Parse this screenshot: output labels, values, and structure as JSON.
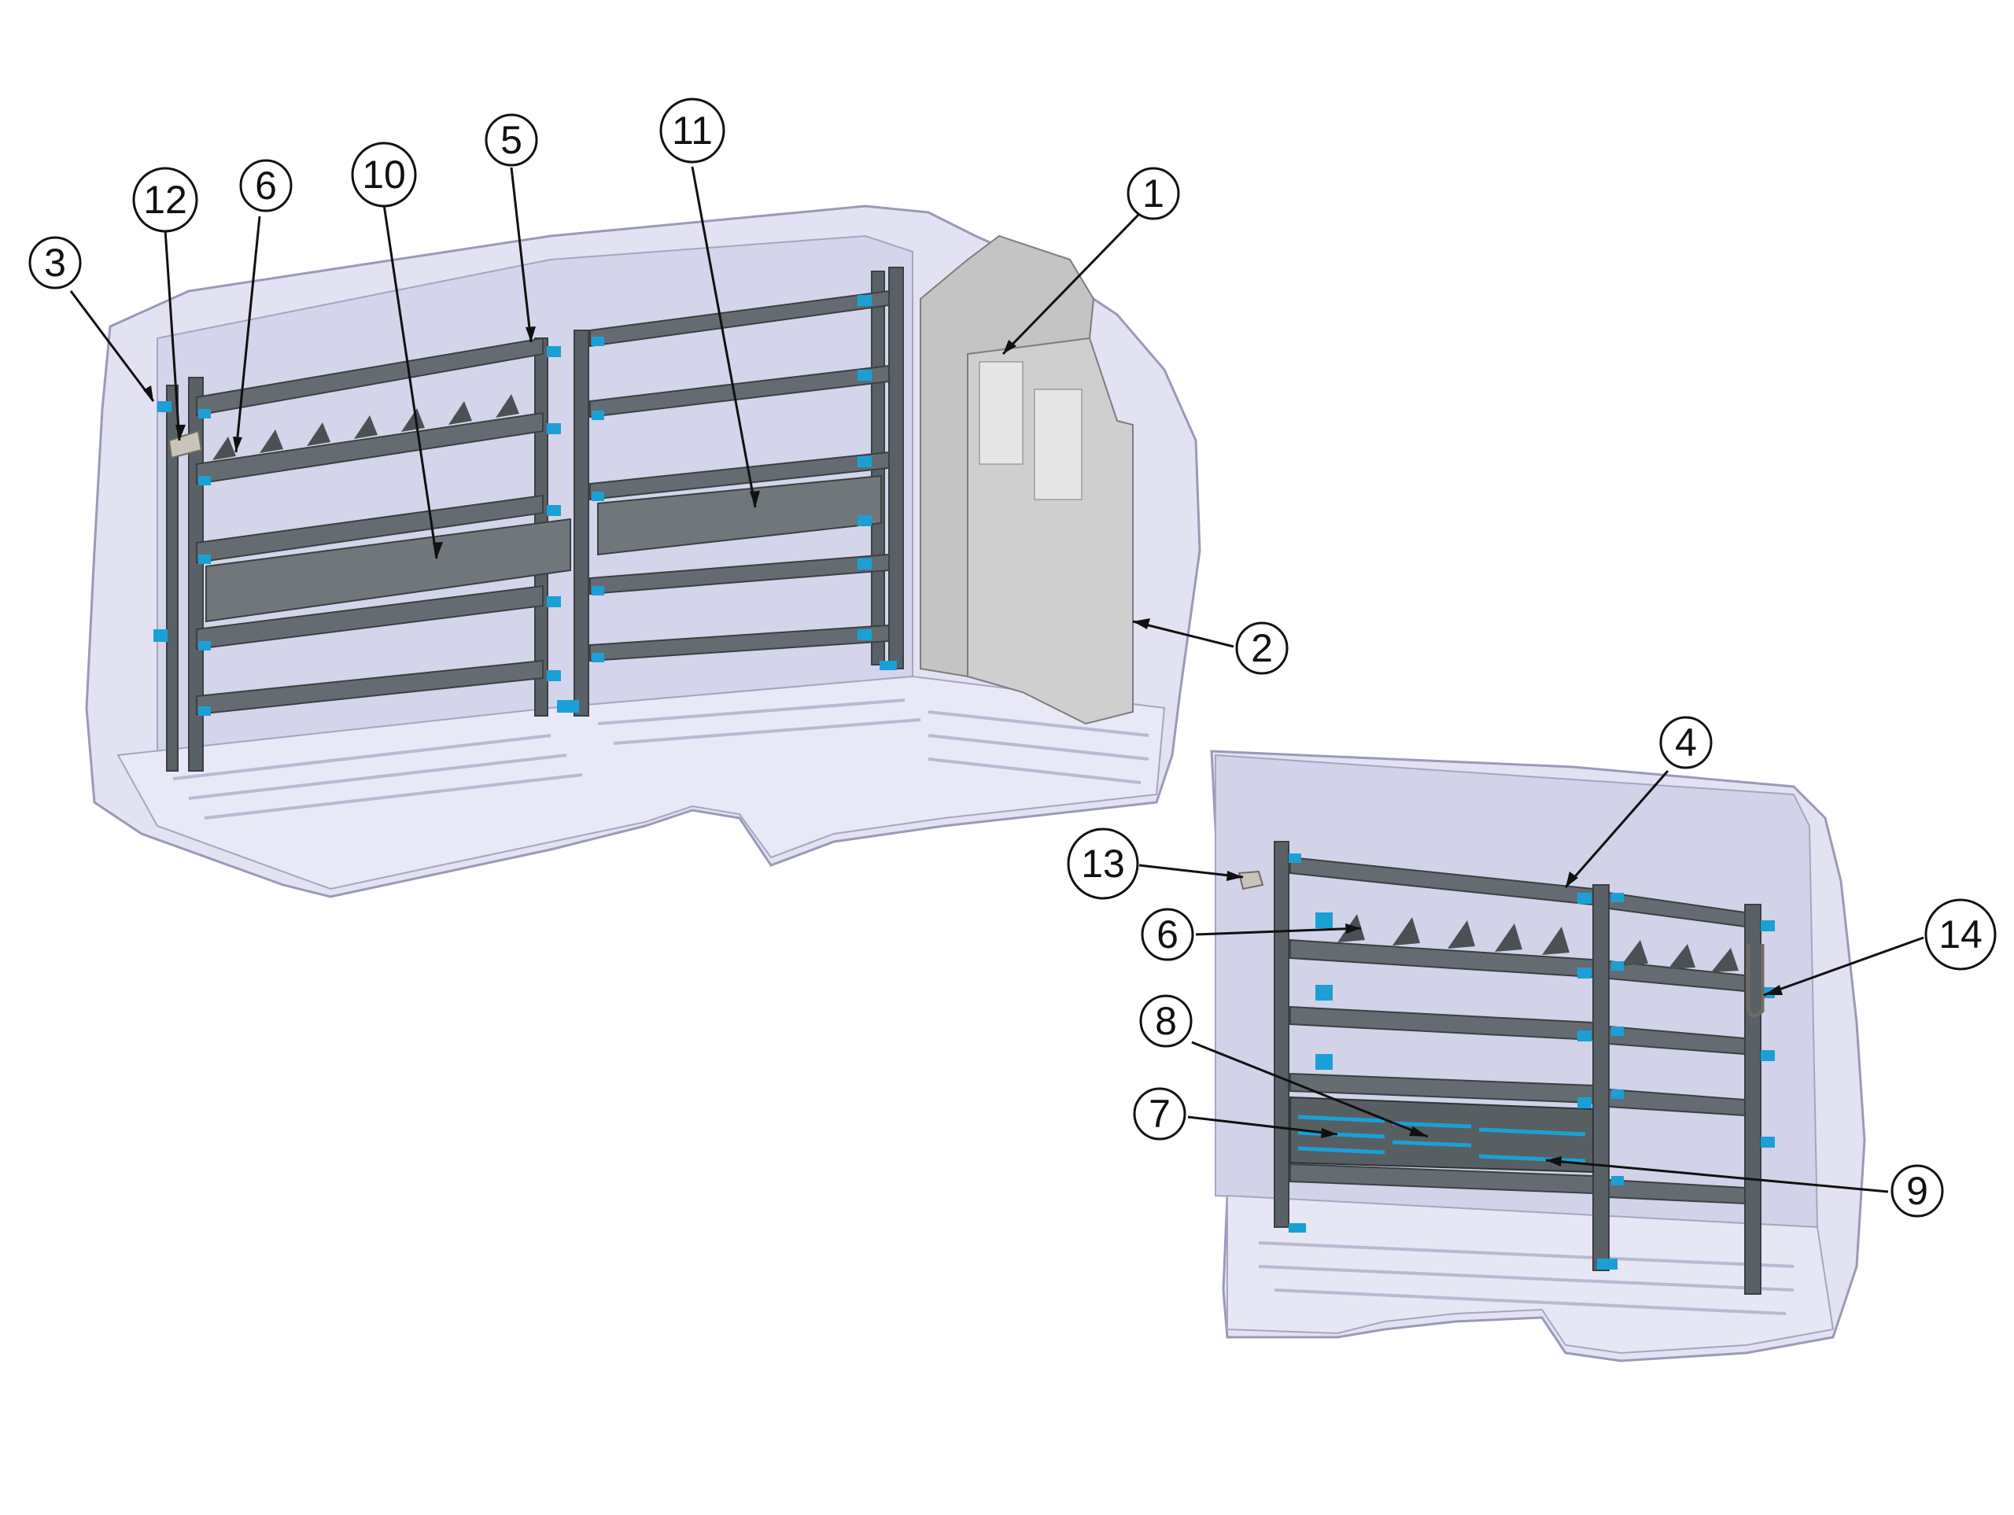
{
  "colors": {
    "van_body": "#dcdcf0",
    "van_outline": "#9a9ab8",
    "shelf_metal": "#5a6166",
    "shelf_dark": "#3b4043",
    "bracket_blue": "#1aa0d6",
    "bin_front": "#6b7276",
    "partition": "#c9c9c9",
    "callout": "#111111"
  },
  "callouts": [
    {
      "id": "c1",
      "label": "1"
    },
    {
      "id": "c2",
      "label": "2"
    },
    {
      "id": "c3",
      "label": "3"
    },
    {
      "id": "c4",
      "label": "4"
    },
    {
      "id": "c5",
      "label": "5"
    },
    {
      "id": "c6a",
      "label": "6"
    },
    {
      "id": "c6b",
      "label": "6"
    },
    {
      "id": "c7",
      "label": "7"
    },
    {
      "id": "c8",
      "label": "8"
    },
    {
      "id": "c9",
      "label": "9"
    },
    {
      "id": "c10",
      "label": "10"
    },
    {
      "id": "c11",
      "label": "11"
    },
    {
      "id": "c12",
      "label": "12"
    },
    {
      "id": "c13",
      "label": "13"
    },
    {
      "id": "c14",
      "label": "14"
    }
  ]
}
